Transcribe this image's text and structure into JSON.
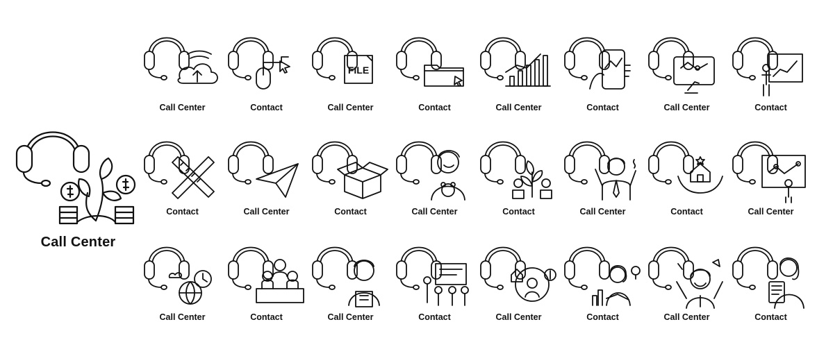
{
  "featured": {
    "title": "Call Center",
    "icon": "headset-plant-money-icon"
  },
  "icons": [
    {
      "label": "Call Center",
      "icon": "cloud-upload"
    },
    {
      "label": "Contact",
      "icon": "mouse-cursor"
    },
    {
      "label": "Call Center",
      "icon": "file"
    },
    {
      "label": "Contact",
      "icon": "folder-cursor"
    },
    {
      "label": "Call Center",
      "icon": "bar-chart"
    },
    {
      "label": "Contact",
      "icon": "smartphone-hand"
    },
    {
      "label": "Call Center",
      "icon": "tablet-map"
    },
    {
      "label": "Contact",
      "icon": "presenter-board"
    },
    {
      "label": "Contact",
      "icon": "ruler-pencil"
    },
    {
      "label": "Call Center",
      "icon": "paper-plane"
    },
    {
      "label": "Contact",
      "icon": "open-box"
    },
    {
      "label": "Call Center",
      "icon": "person-teddy"
    },
    {
      "label": "Contact",
      "icon": "plant-coins"
    },
    {
      "label": "Call Center",
      "icon": "businessman-idea"
    },
    {
      "label": "Contact",
      "icon": "house-hands"
    },
    {
      "label": "Call Center",
      "icon": "map-presenter"
    },
    {
      "label": "Call Center",
      "icon": "globe-clock"
    },
    {
      "label": "Contact",
      "icon": "family-laptop"
    },
    {
      "label": "Call Center",
      "icon": "worker-clipboard"
    },
    {
      "label": "Contact",
      "icon": "team-meeting"
    },
    {
      "label": "Call Center",
      "icon": "money-person"
    },
    {
      "label": "Contact",
      "icon": "woman-chart"
    },
    {
      "label": "Call Center",
      "icon": "happy-businessman"
    },
    {
      "label": "Contact",
      "icon": "woman-tablet"
    }
  ]
}
